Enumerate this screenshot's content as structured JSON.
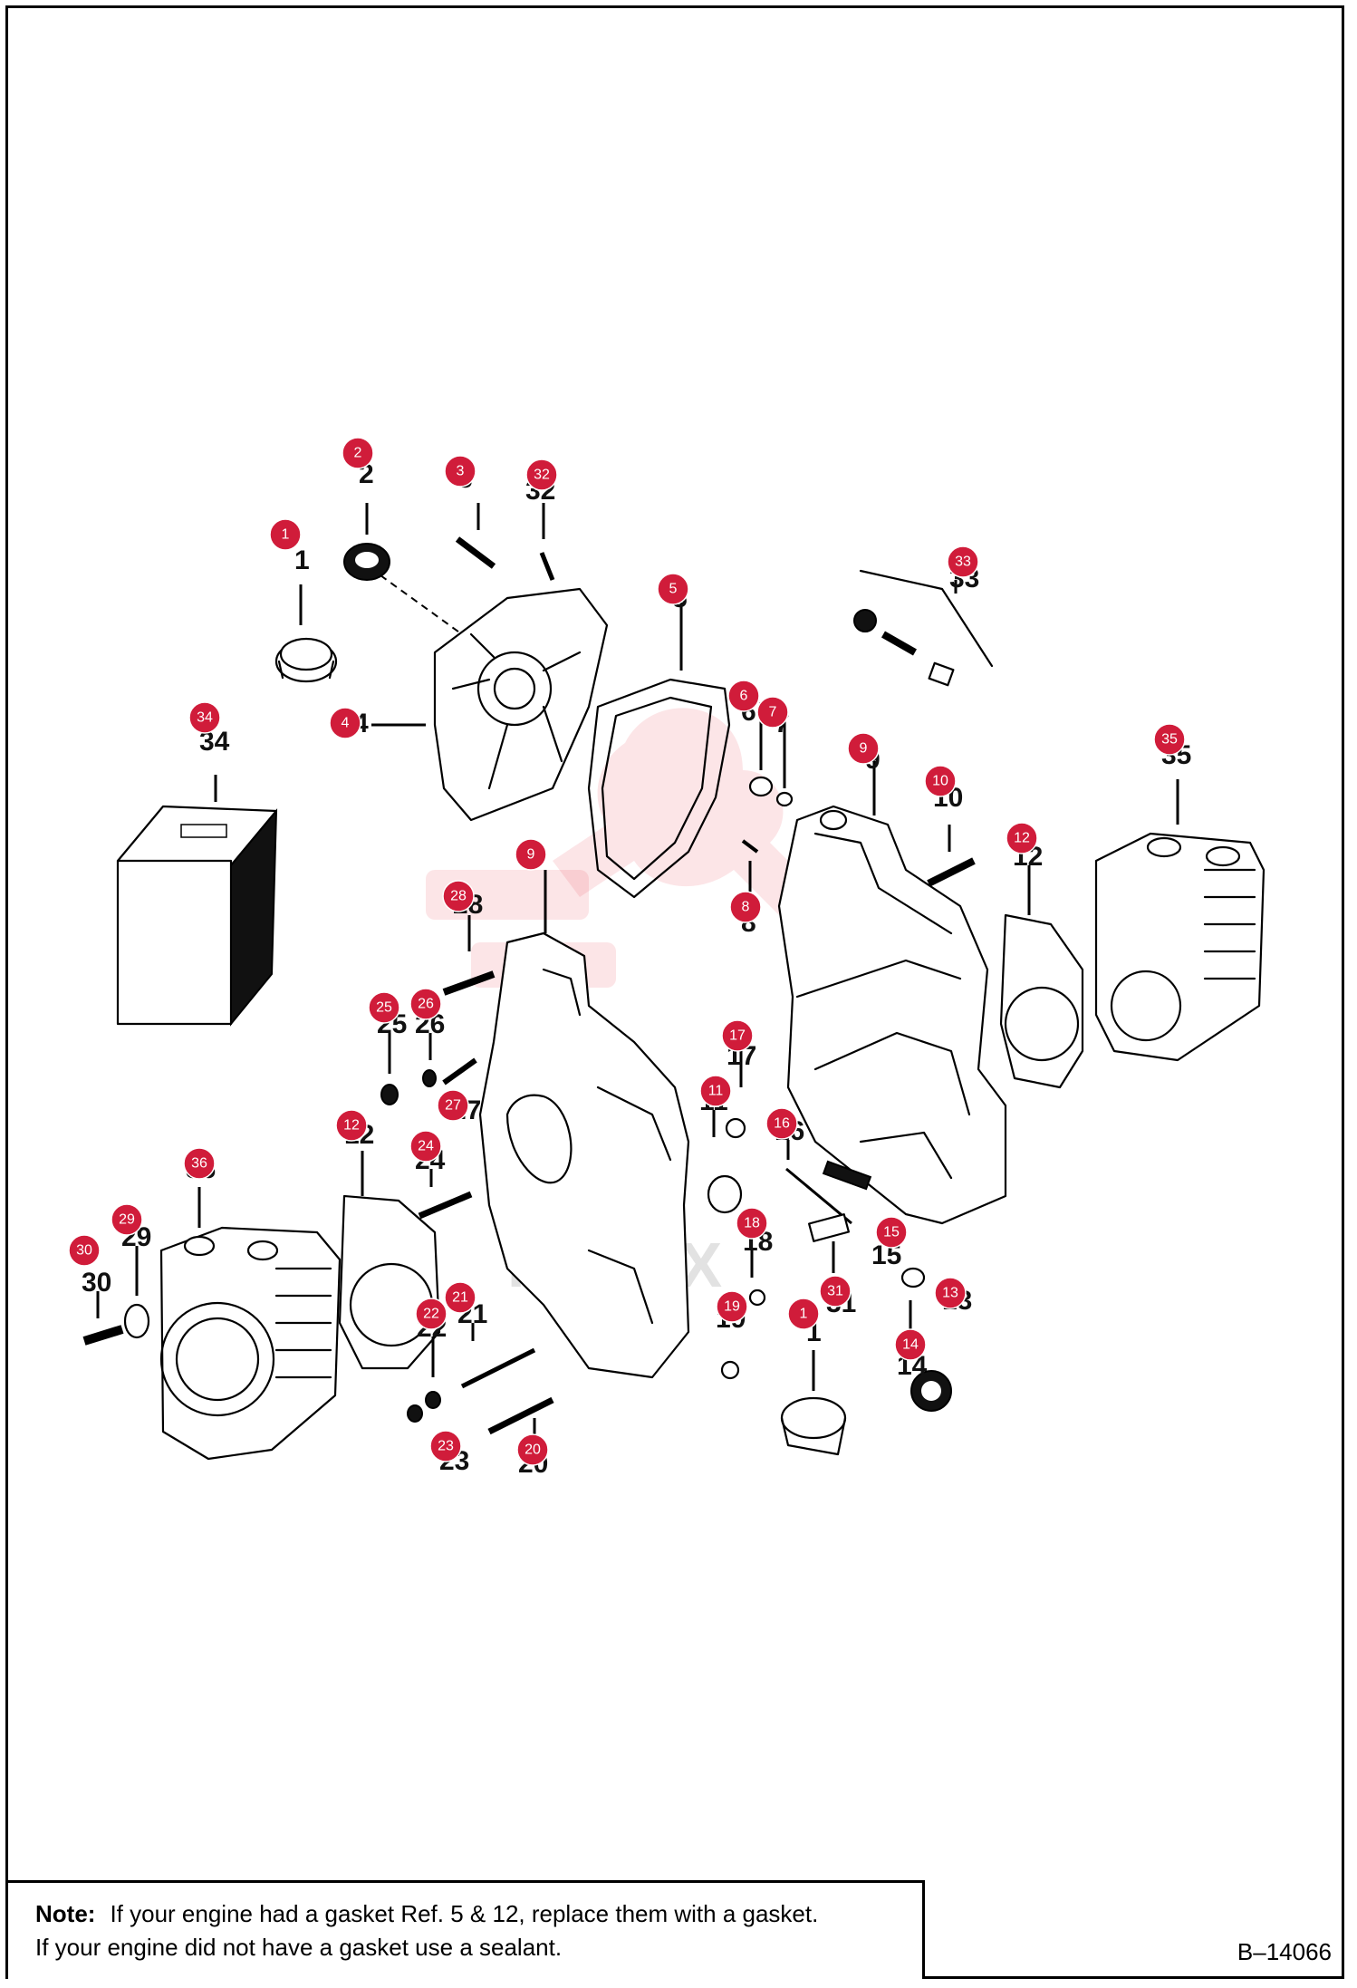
{
  "note": {
    "label": "Note:",
    "lines": [
      "If your engine had a gasket Ref. 5 & 12, replace them with a gasket.",
      "If your engine did not have a gasket use a sealant."
    ]
  },
  "drawing_code": "B–14066",
  "watermark_text": "HHTEX",
  "callout_color": "#d01c3a",
  "part_labels": [
    "1",
    "2",
    "3",
    "32",
    "33",
    "4",
    "5",
    "6",
    "7",
    "34",
    "9",
    "10",
    "12",
    "35",
    "8",
    "28",
    "25",
    "26",
    "17",
    "11",
    "27",
    "16",
    "12",
    "36",
    "24",
    "29",
    "30",
    "18",
    "31",
    "15",
    "21",
    "22",
    "19",
    "1",
    "13",
    "14",
    "23",
    "20"
  ],
  "callouts": [
    "1",
    "2",
    "3",
    "32",
    "33",
    "4",
    "5",
    "6",
    "7",
    "34",
    "9",
    "10",
    "12",
    "35",
    "9",
    "28",
    "8",
    "25",
    "26",
    "17",
    "11",
    "27",
    "16",
    "12",
    "36",
    "24",
    "29",
    "30",
    "18",
    "31",
    "15",
    "21",
    "22",
    "19",
    "1",
    "13",
    "14",
    "23",
    "20"
  ]
}
